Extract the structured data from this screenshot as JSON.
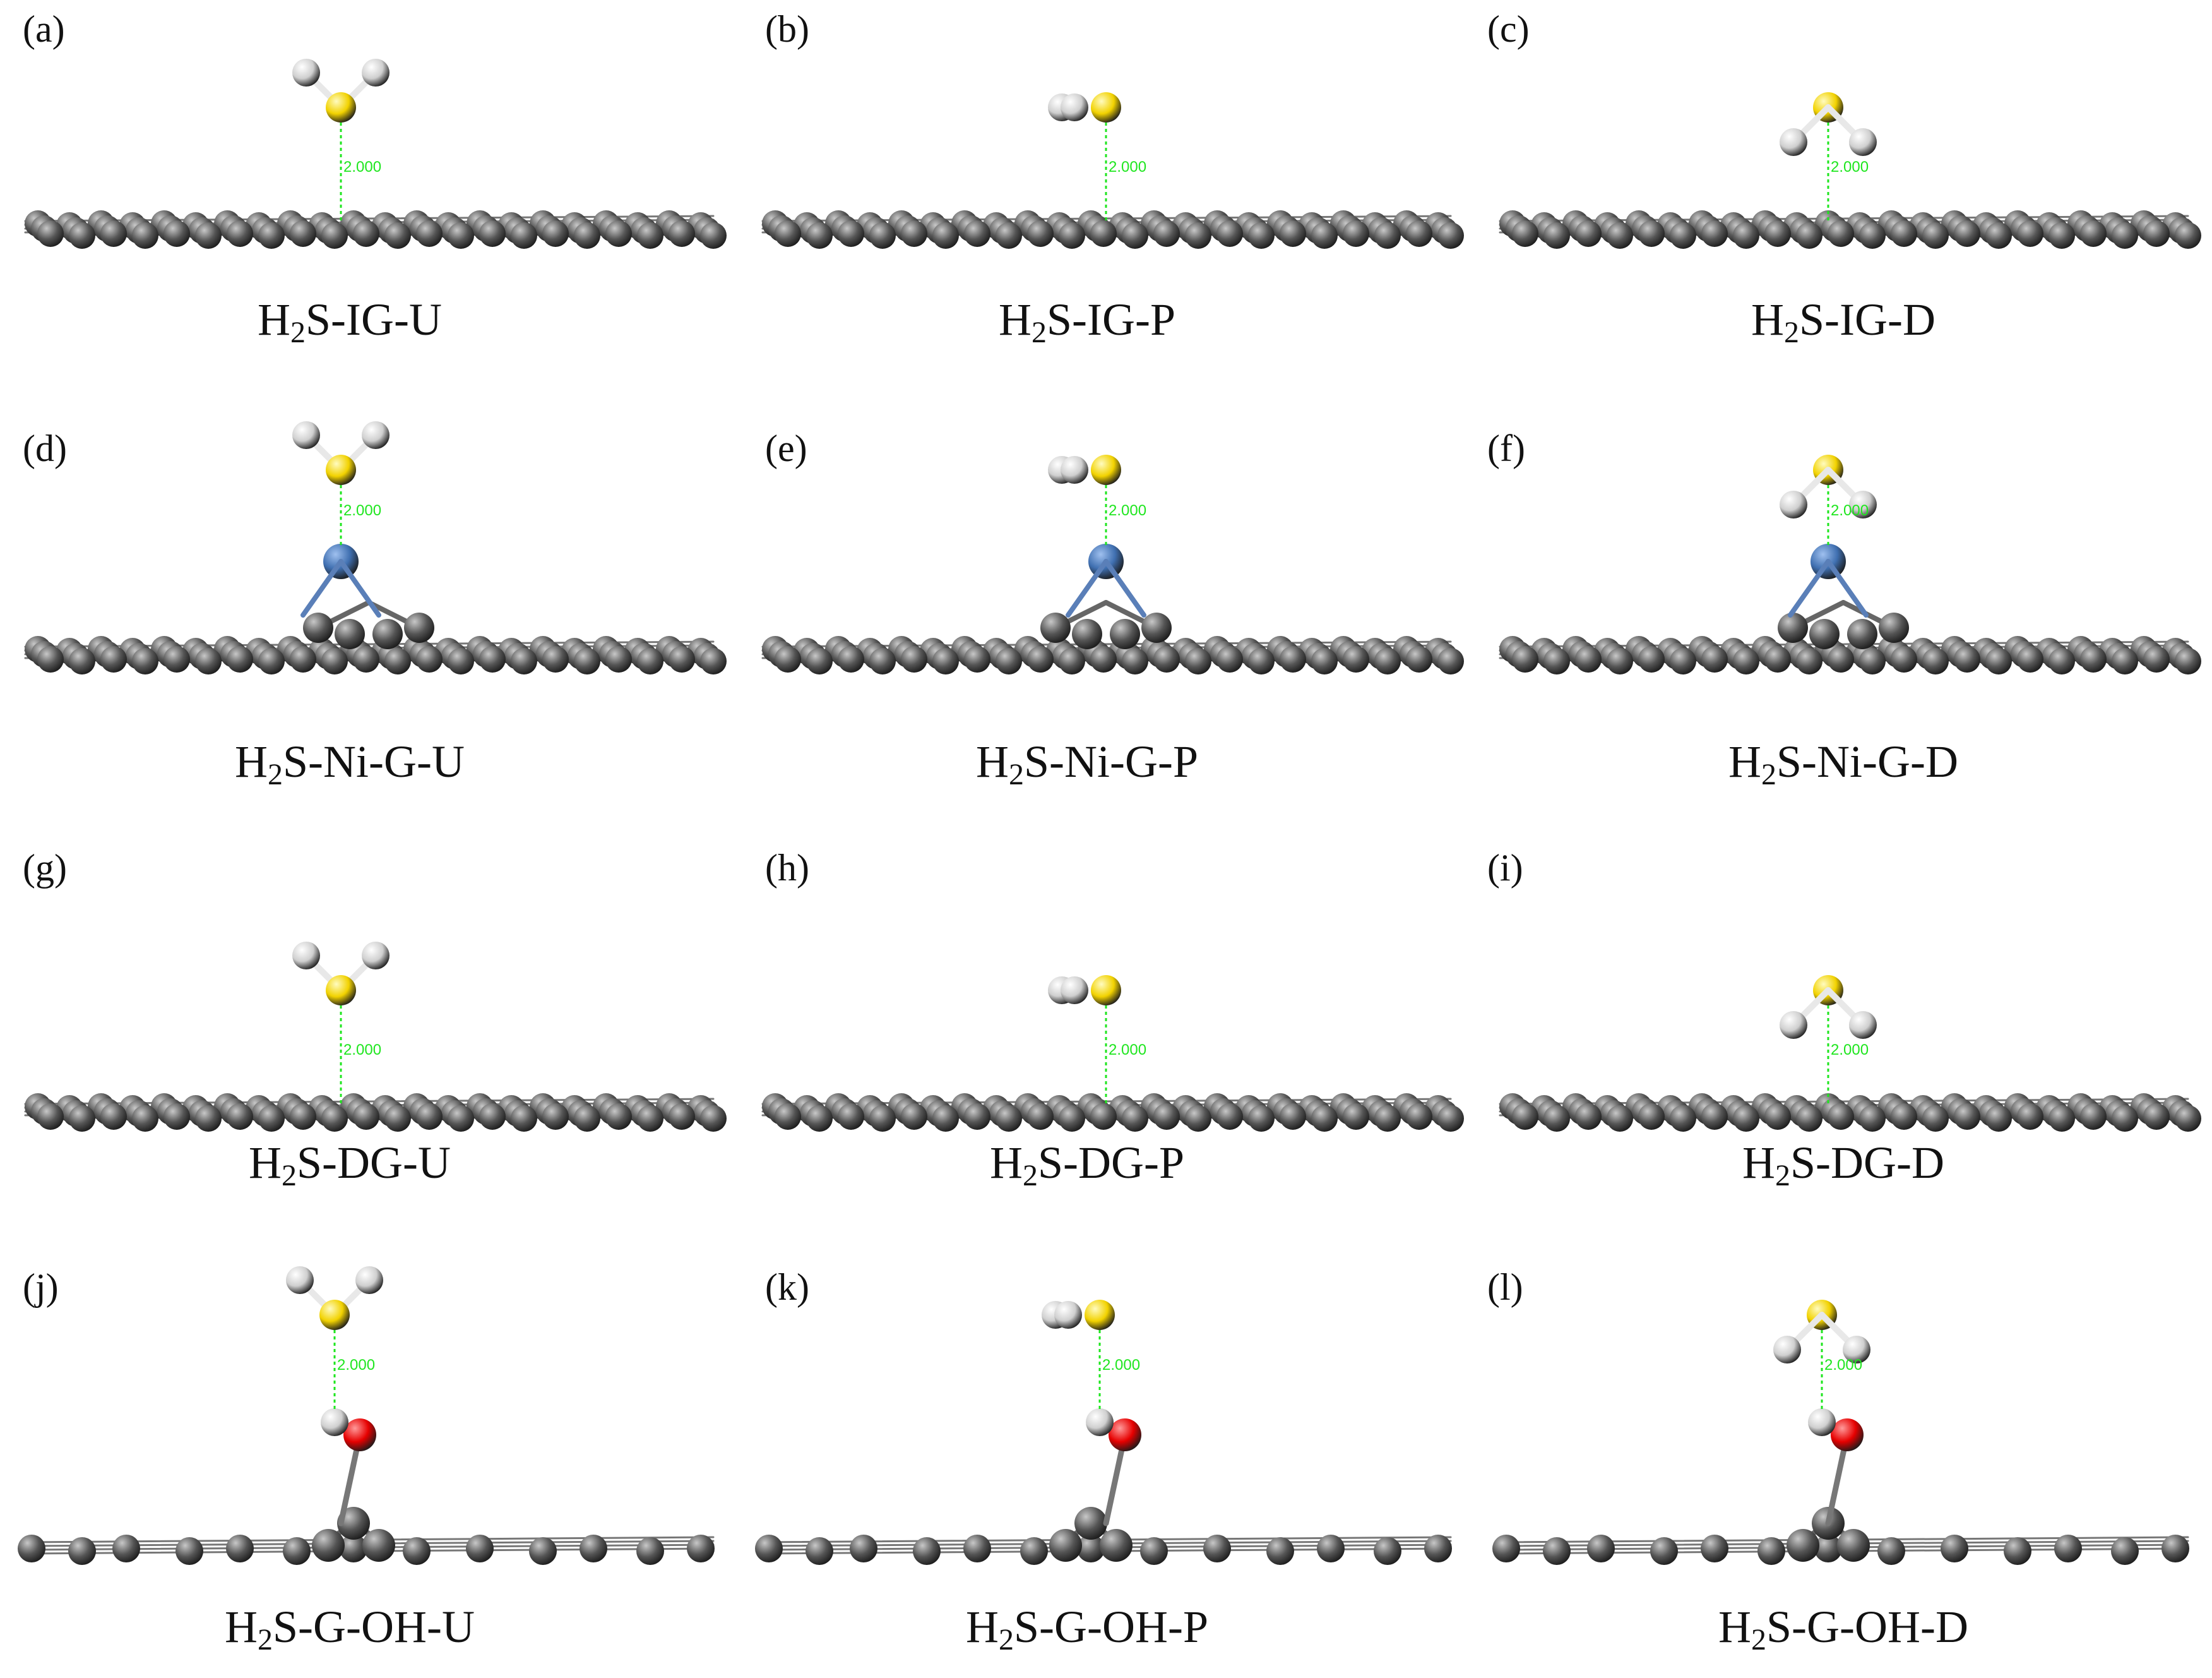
{
  "colors": {
    "carbon": "#555555",
    "carbon_highlight": "#c8c8c8",
    "sulfur": "#f2d200",
    "hydrogen": "#f0f0f0",
    "nickel": "#3f6fb0",
    "oxygen": "#e60000",
    "distance_line": "#1fe61f"
  },
  "panels": [
    {
      "id": "a",
      "label": "(a)",
      "caption_pre": "H",
      "caption_sub": "2",
      "caption_post": "S-IG-U",
      "substrate": "flat",
      "adsorbent": "none",
      "h2s_orientation": "U",
      "distance": "2.000"
    },
    {
      "id": "b",
      "label": "(b)",
      "caption_pre": "H",
      "caption_sub": "2",
      "caption_post": "S-IG-P",
      "substrate": "flat",
      "adsorbent": "none",
      "h2s_orientation": "P",
      "distance": "2.000"
    },
    {
      "id": "c",
      "label": "(c)",
      "caption_pre": "H",
      "caption_sub": "2",
      "caption_post": "S-IG-D",
      "substrate": "flat",
      "adsorbent": "none",
      "h2s_orientation": "D",
      "distance": "2.000"
    },
    {
      "id": "d",
      "label": "(d)",
      "caption_pre": "H",
      "caption_sub": "2",
      "caption_post": "S-Ni-G-U",
      "substrate": "bump",
      "adsorbent": "Ni",
      "h2s_orientation": "U",
      "distance": "2.000"
    },
    {
      "id": "e",
      "label": "(e)",
      "caption_pre": "H",
      "caption_sub": "2",
      "caption_post": "S-Ni-G-P",
      "substrate": "bump",
      "adsorbent": "Ni",
      "h2s_orientation": "P",
      "distance": "2.000"
    },
    {
      "id": "f",
      "label": "(f)",
      "caption_pre": "H",
      "caption_sub": "2",
      "caption_post": "S-Ni-G-D",
      "substrate": "bump",
      "adsorbent": "Ni",
      "h2s_orientation": "D",
      "distance": "2.000"
    },
    {
      "id": "g",
      "label": "(g)",
      "caption_pre": "H",
      "caption_sub": "2",
      "caption_post": "S-DG-U",
      "substrate": "flat",
      "adsorbent": "none",
      "h2s_orientation": "U",
      "distance": "2.000"
    },
    {
      "id": "h",
      "label": "(h)",
      "caption_pre": "H",
      "caption_sub": "2",
      "caption_post": "S-DG-P",
      "substrate": "flat",
      "adsorbent": "none",
      "h2s_orientation": "P",
      "distance": "2.000"
    },
    {
      "id": "i",
      "label": "(i)",
      "caption_pre": "H",
      "caption_sub": "2",
      "caption_post": "S-DG-D",
      "substrate": "flat",
      "adsorbent": "none",
      "h2s_orientation": "D",
      "distance": "2.000"
    },
    {
      "id": "j",
      "label": "(j)",
      "caption_pre": "H",
      "caption_sub": "2",
      "caption_post": "S-G-OH-U",
      "substrate": "sparse",
      "adsorbent": "OH",
      "h2s_orientation": "U",
      "distance": "2.000"
    },
    {
      "id": "k",
      "label": "(k)",
      "caption_pre": "H",
      "caption_sub": "2",
      "caption_post": "S-G-OH-P",
      "substrate": "sparse",
      "adsorbent": "OH",
      "h2s_orientation": "P",
      "distance": "2.000"
    },
    {
      "id": "l",
      "label": "(l)",
      "caption_pre": "H",
      "caption_sub": "2",
      "caption_post": "S-G-OH-D",
      "substrate": "sparse",
      "adsorbent": "OH",
      "h2s_orientation": "D",
      "distance": "2.000"
    }
  ]
}
